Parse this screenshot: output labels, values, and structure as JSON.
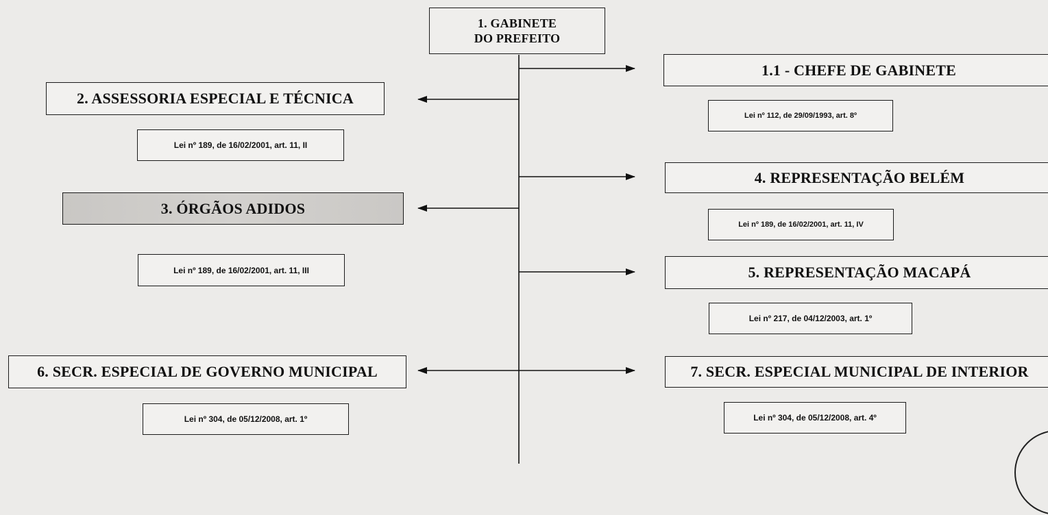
{
  "root": {
    "line1": "1. GABINETE",
    "line2": "DO PREFEITO"
  },
  "units": {
    "chefe": {
      "title": "1.1 - CHEFE DE GABINETE",
      "law": "Lei nº 112, de 29/09/1993, art. 8º"
    },
    "assessoria": {
      "title": "2. ASSESSORIA ESPECIAL E  TÉCNICA",
      "law": "Lei nº 189, de 16/02/2001, art. 11,  II"
    },
    "orgaos": {
      "title": "3. ÓRGÃOS ADIDOS",
      "law": "Lei nº 189, de 16/02/2001, art. 11, III"
    },
    "belem": {
      "title": "4. REPRESENTAÇÃO BELÉM",
      "law": "Lei nº 189, de 16/02/2001, art. 11, IV"
    },
    "macapa": {
      "title": "5. REPRESENTAÇÃO MACAPÁ",
      "law": "Lei nº 217, de 04/12/2003, art. 1º"
    },
    "governo": {
      "title": "6. SECR. ESPECIAL DE GOVERNO MUNICIPAL",
      "law": "Lei nº 304, de 05/12/2008, art. 1º"
    },
    "interior": {
      "title": "7. SECR. ESPECIAL MUNICIPAL DE INTERIOR",
      "law": "Lei nº 304, de 05/12/2008, art. 4º"
    }
  }
}
